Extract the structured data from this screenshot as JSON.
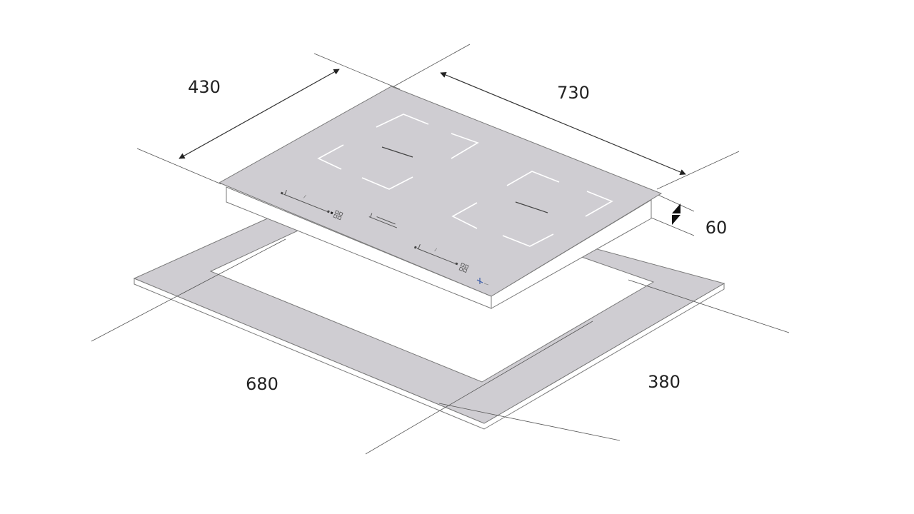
{
  "dimensions": {
    "depth": "430",
    "width": "730",
    "height": "60",
    "cutout_width": "680",
    "cutout_depth": "380"
  },
  "colors": {
    "surface": "#cfcdd2",
    "edge": "#ffffff",
    "outline": "#7a7a7a",
    "lines": "#555555",
    "cooking_zone": "#ffffff"
  }
}
